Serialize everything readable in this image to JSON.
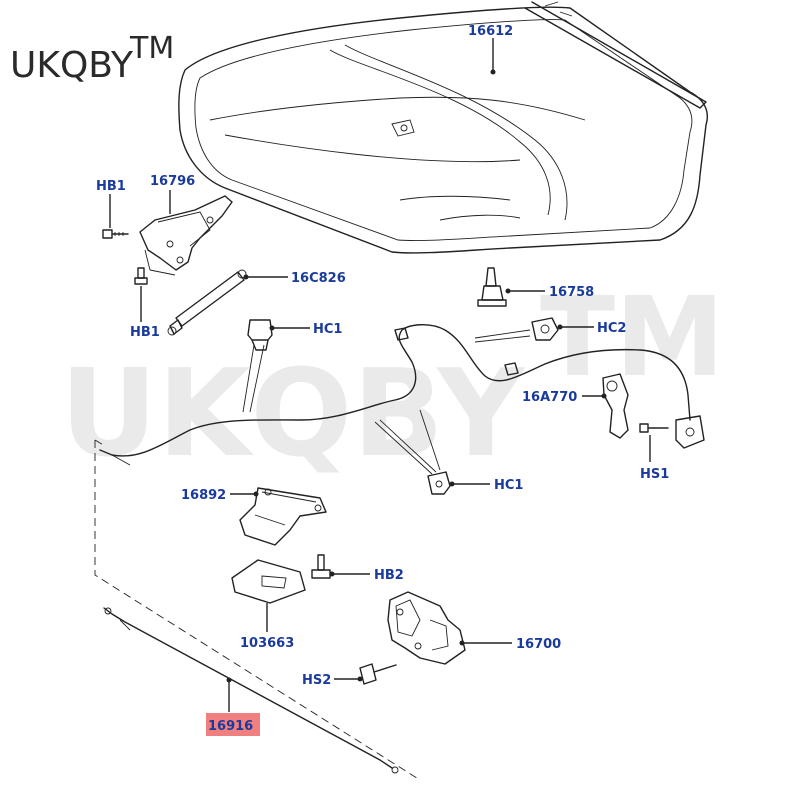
{
  "brand": {
    "text": "UKQBY",
    "tm": "TM"
  },
  "watermark": {
    "text": "UKQBY",
    "tm": "TM"
  },
  "callouts": [
    {
      "id": "16612",
      "text": "16612"
    },
    {
      "id": "HB1_top",
      "text": "HB1"
    },
    {
      "id": "16796",
      "text": "16796"
    },
    {
      "id": "16C826",
      "text": "16C826"
    },
    {
      "id": "HB1_bot",
      "text": "HB1"
    },
    {
      "id": "HC1_top",
      "text": "HC1"
    },
    {
      "id": "16758",
      "text": "16758"
    },
    {
      "id": "HC2",
      "text": "HC2"
    },
    {
      "id": "16A770",
      "text": "16A770"
    },
    {
      "id": "HS1",
      "text": "HS1"
    },
    {
      "id": "HC1_mid",
      "text": "HC1"
    },
    {
      "id": "16892",
      "text": "16892"
    },
    {
      "id": "HB2",
      "text": "HB2"
    },
    {
      "id": "103663",
      "text": "103663"
    },
    {
      "id": "16700",
      "text": "16700"
    },
    {
      "id": "HS2",
      "text": "HS2"
    },
    {
      "id": "16916",
      "text": "16916",
      "highlighted": true,
      "highlight_color": "#f08080"
    }
  ],
  "colors": {
    "label": "#1a3a9c",
    "line": "#222222",
    "highlight": "#f08080"
  }
}
